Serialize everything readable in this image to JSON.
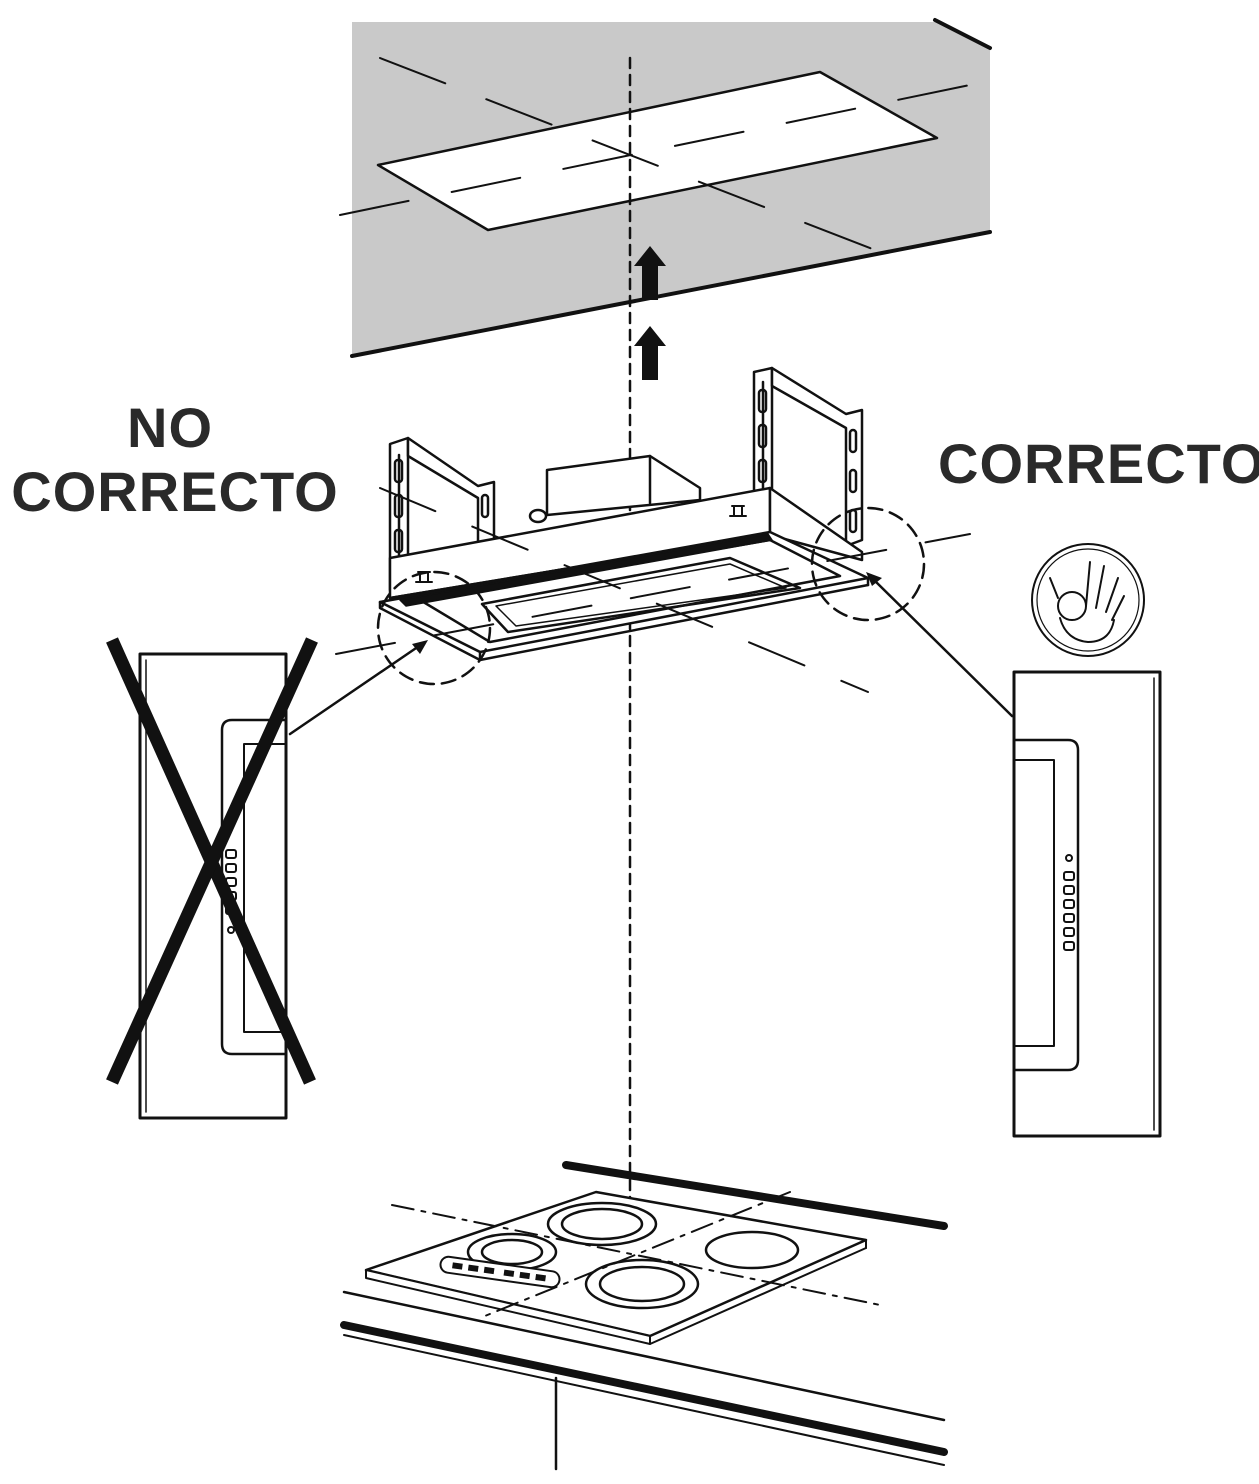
{
  "labels": {
    "wrong_line1": "NO",
    "wrong_line2": "CORRECTO",
    "right": "CORRECTO"
  },
  "icons": {
    "wrong_mark": "cross-icon",
    "right_mark": "ok-hand-icon",
    "direction": "up-arrow-icon"
  },
  "colors": {
    "ceiling": "#c9c9c9",
    "line": "#111111",
    "label": "#2a2a2a"
  }
}
